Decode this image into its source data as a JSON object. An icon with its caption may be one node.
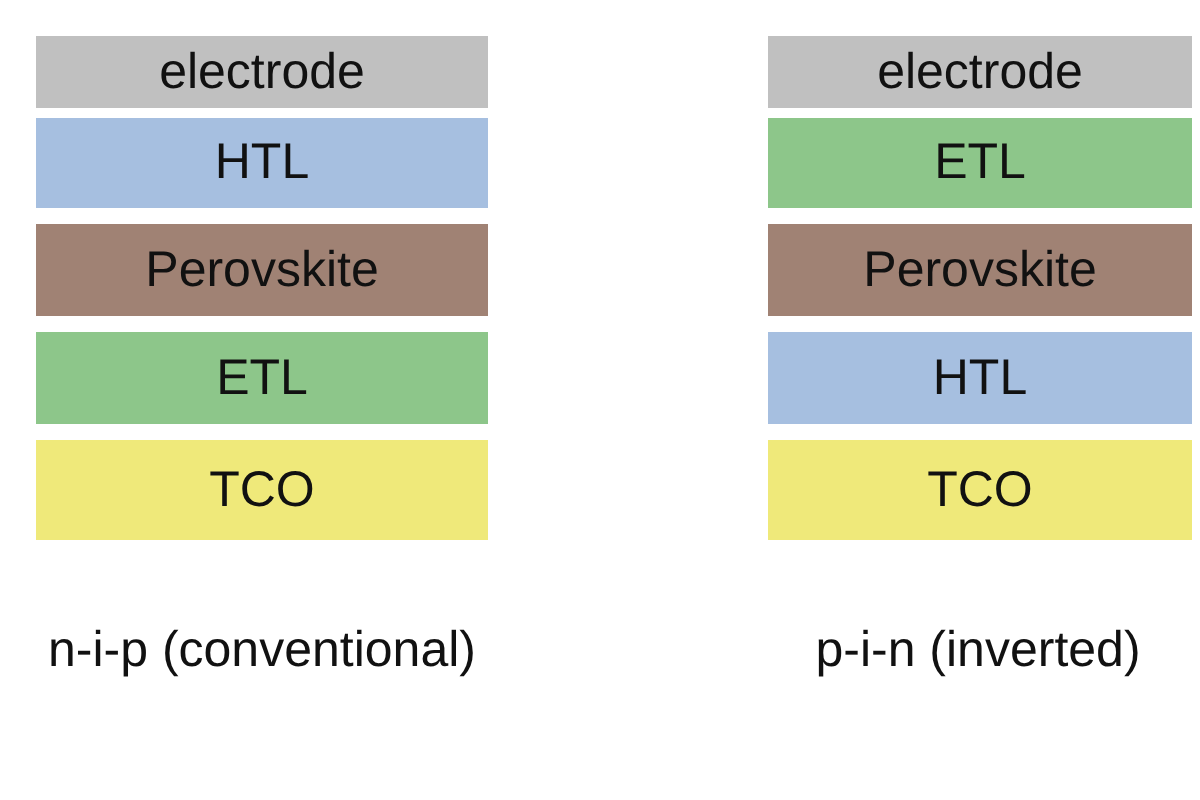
{
  "diagram": {
    "nodes": [
      {
        "text": [
          "electrode"
        ]
      },
      {
        "text": [
          "HTL"
        ]
      },
      {
        "text": [
          "Perovskite"
        ]
      },
      {
        "text": [
          "ETL"
        ]
      },
      {
        "text": [
          "TCO"
        ]
      },
      {
        "text": [
          "electrode"
        ]
      },
      {
        "text": [
          "ETL"
        ]
      },
      {
        "text": [
          "Perovskite"
        ]
      },
      {
        "text": [
          "HTL"
        ]
      },
      {
        "text": [
          "TCO"
        ]
      }
    ],
    "labels": [
      "n-i-p (conventional)",
      "p-i-n (inverted)"
    ]
  }
}
